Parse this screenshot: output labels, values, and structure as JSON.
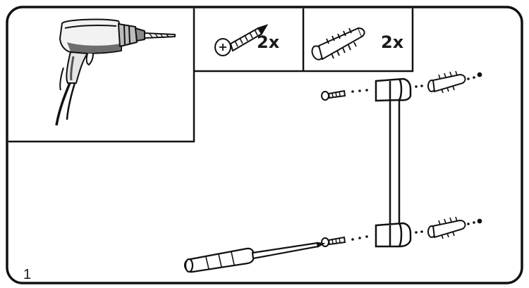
{
  "parts": {
    "screw_quantity": "2x",
    "anchor_quantity": "2x"
  },
  "step": {
    "number": "1"
  },
  "icons": [
    "drill-icon",
    "screw-icon",
    "wall-anchor-icon",
    "screwdriver-icon",
    "towel-bar-icon"
  ]
}
